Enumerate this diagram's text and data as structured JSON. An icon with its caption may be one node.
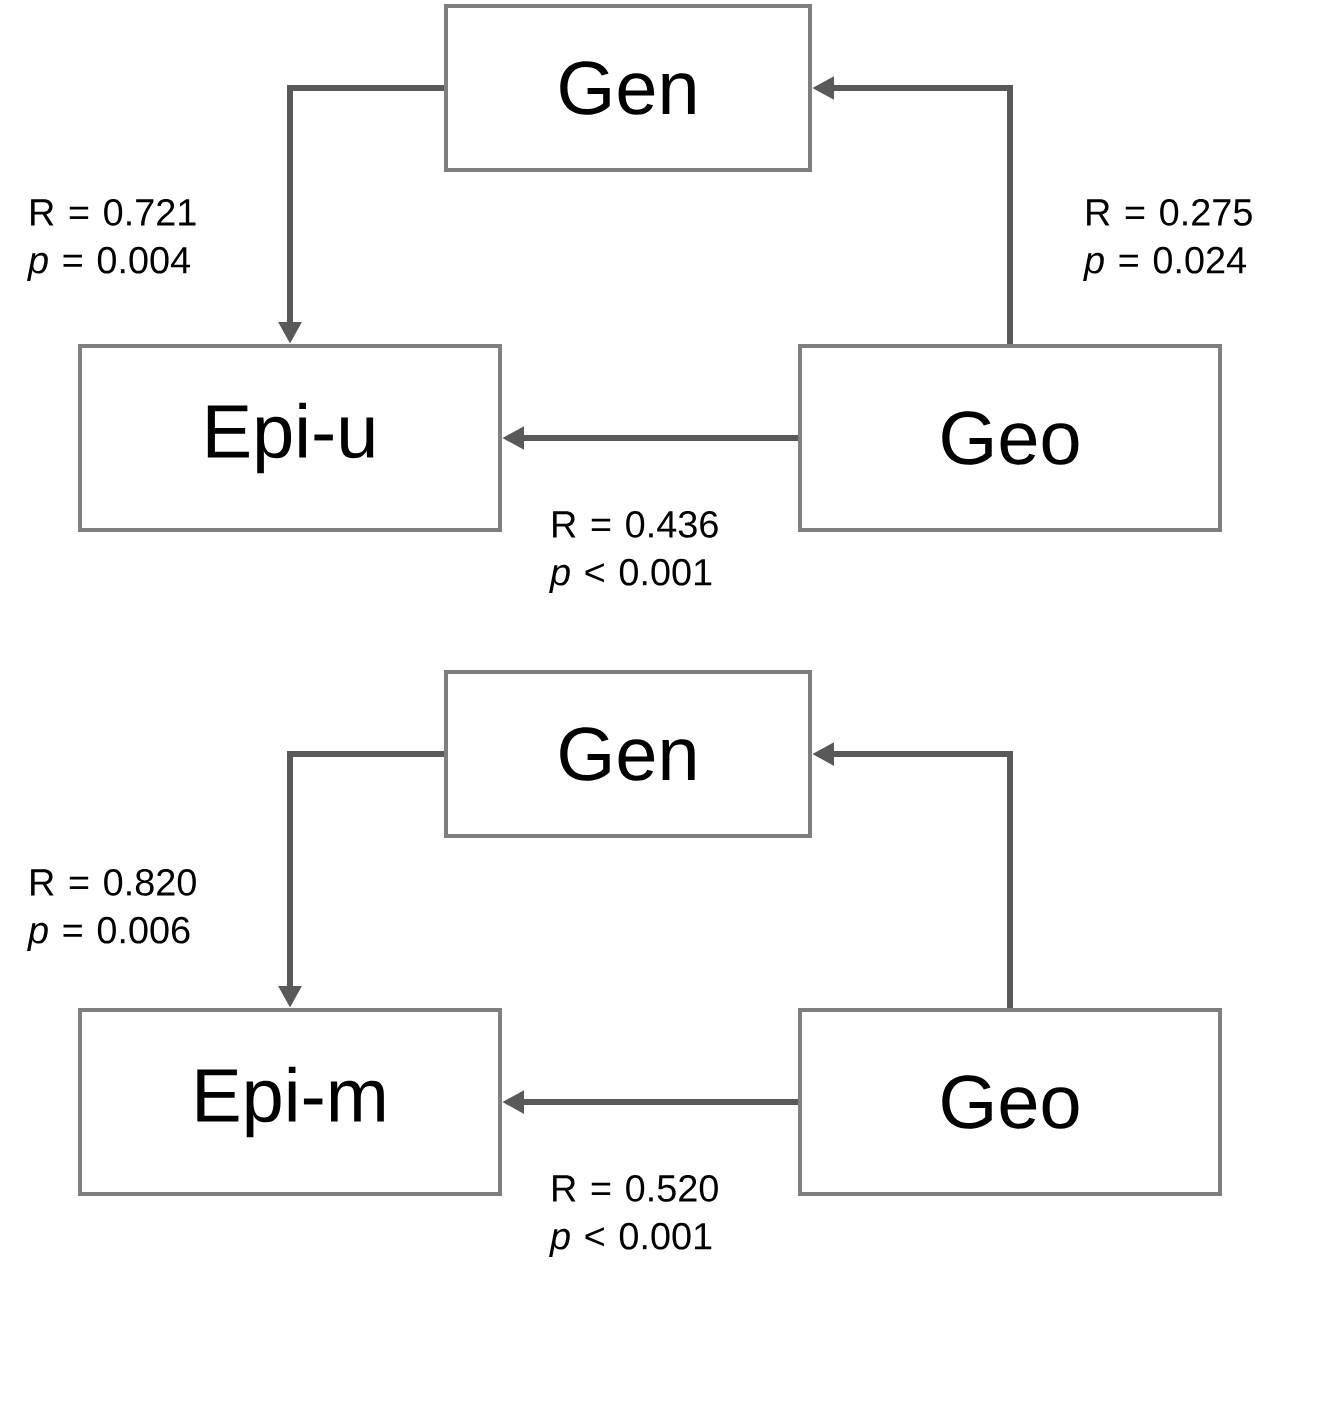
{
  "diagram": {
    "nodes": [
      {
        "text": [
          "Gen"
        ]
      },
      {
        "text": [
          "Epi-u"
        ]
      },
      {
        "text": [
          "Geo"
        ]
      },
      {
        "text": [
          "Gen"
        ]
      },
      {
        "text": [
          "Epi-m"
        ]
      },
      {
        "text": [
          "Geo"
        ]
      }
    ],
    "edges": [
      {
        "from": 0,
        "to": 1,
        "arrow": "to",
        "label": "R = 0.721 *p* = 0.004"
      },
      {
        "from": 2,
        "to": 0,
        "arrow": "to",
        "label": "R = 0.275 *p* = 0.024"
      },
      {
        "from": 2,
        "to": 1,
        "arrow": "to",
        "label": "R = 0.436 *p* < 0.001"
      },
      {
        "from": 3,
        "to": 4,
        "arrow": "to",
        "label": "R = 0.820 *p* = 0.006"
      },
      {
        "from": 5,
        "to": 3,
        "arrow": "to"
      },
      {
        "from": 5,
        "to": 4,
        "arrow": "to",
        "label": "R = 0.520 *p* < 0.001"
      }
    ]
  }
}
